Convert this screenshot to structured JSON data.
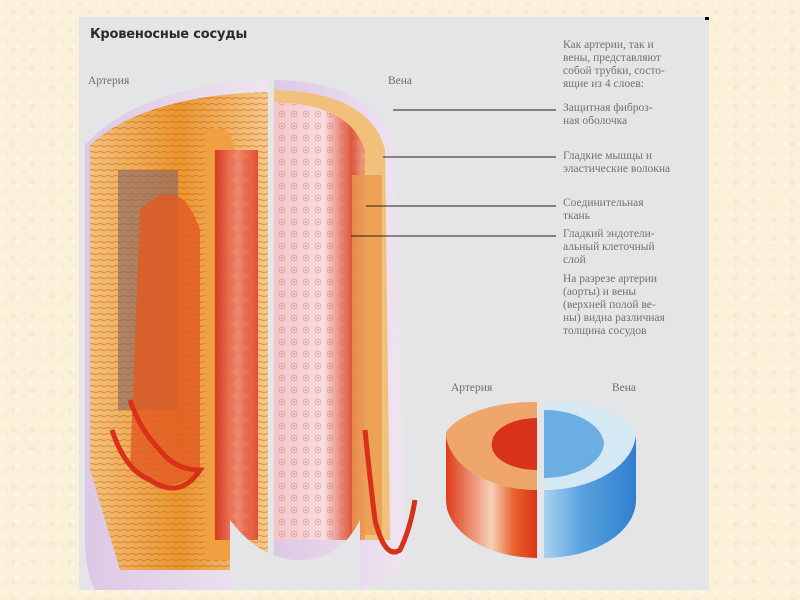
{
  "slide": {
    "title": "Кровеносные сосуды",
    "labels": {
      "artery_top": "Артерия",
      "vein_top": "Вена",
      "artery_ring": "Артерия",
      "vein_ring": "Вена"
    },
    "intro_text": [
      "Как артерии, так и",
      "вены, представляют",
      "собой трубки, состо-",
      "ящие из 4 слоев:"
    ],
    "layers": [
      {
        "name": "protective-fibrous-sheath",
        "lines": [
          "Защитная фиброз-",
          "ная оболочка"
        ]
      },
      {
        "name": "smooth-muscle-elastic-fibers",
        "lines": [
          "Гладкие мышцы и",
          "эластические волокна"
        ]
      },
      {
        "name": "connective-tissue",
        "lines": [
          "Соединительная",
          "ткань"
        ]
      },
      {
        "name": "smooth-endothelial-layer",
        "lines": [
          "Гладкий эндотели-",
          "альный клеточный",
          "слой"
        ]
      }
    ],
    "caption": [
      "На разрезе артерии",
      "(аорты) и вены",
      "(верхней полой ве-",
      "ны) видна различная",
      "толщина сосудов"
    ],
    "colors": {
      "artery": "#e0401a",
      "artery_ring_top": "#eea66a",
      "vein": "#3f90d8",
      "vein_ring_top": "#d5e9f4",
      "background": "#fbf1d9",
      "panel": "#e3e5e6"
    }
  }
}
